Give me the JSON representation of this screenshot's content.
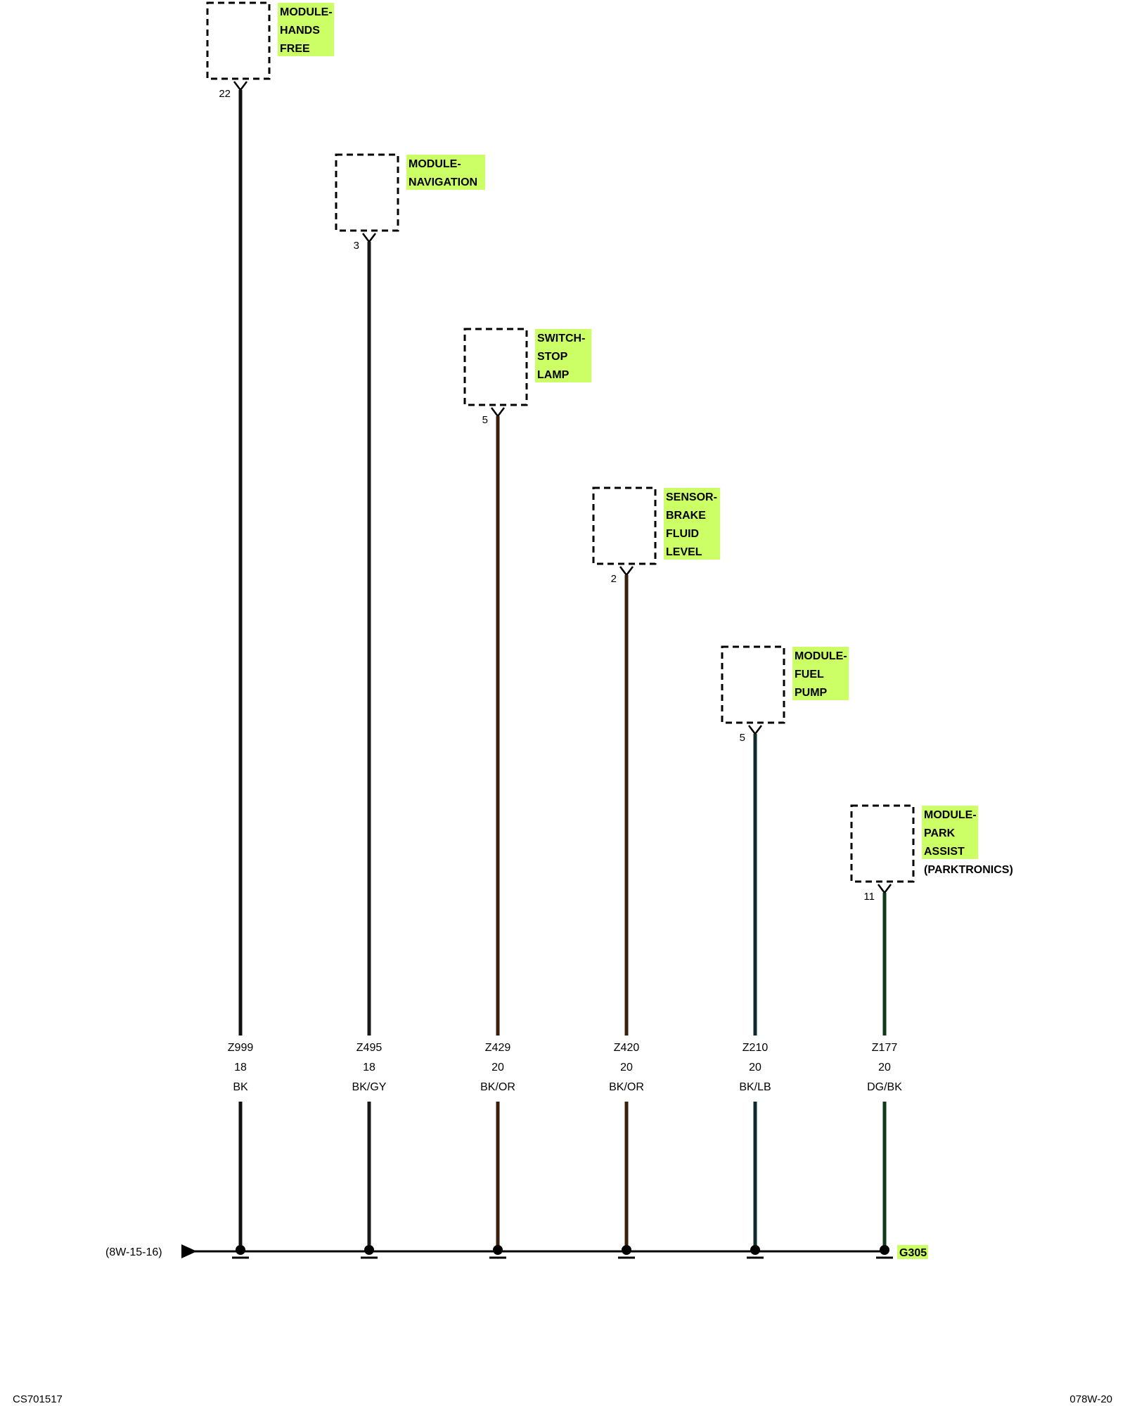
{
  "diagram": {
    "highlight_color": "#ccff66",
    "modules": [
      {
        "lines": [
          "MODULE-",
          "HANDS",
          "FREE"
        ],
        "extra": "",
        "pin": "22",
        "circuit": "Z999",
        "gauge": "18",
        "color_code": "BK",
        "wire_color": "#111111"
      },
      {
        "lines": [
          "MODULE-",
          "NAVIGATION"
        ],
        "extra": "",
        "pin": "3",
        "circuit": "Z495",
        "gauge": "18",
        "color_code": "BK/GY",
        "wire_color": "#1a1a1a"
      },
      {
        "lines": [
          "SWITCH-",
          "STOP",
          "LAMP"
        ],
        "extra": "",
        "pin": "5",
        "circuit": "Z429",
        "gauge": "20",
        "color_code": "BK/OR",
        "wire_color": "#3a1f0a"
      },
      {
        "lines": [
          "SENSOR-",
          "BRAKE",
          "FLUID",
          "LEVEL"
        ],
        "extra": "",
        "pin": "2",
        "circuit": "Z420",
        "gauge": "20",
        "color_code": "BK/OR",
        "wire_color": "#3a1f0a"
      },
      {
        "lines": [
          "MODULE-",
          "FUEL",
          "PUMP"
        ],
        "extra": "",
        "pin": "5",
        "circuit": "Z210",
        "gauge": "20",
        "color_code": "BK/LB",
        "wire_color": "#0f2a2a"
      },
      {
        "lines": [
          "MODULE-",
          "PARK",
          "ASSIST"
        ],
        "extra": "(PARKTRONICS)",
        "pin": "11",
        "circuit": "Z177",
        "gauge": "20",
        "color_code": "DG/BK",
        "wire_color": "#0e3a1a"
      }
    ],
    "bus_reference": "(8W-15-16)",
    "ground_label": "G305"
  },
  "footer": {
    "left_code": "CS701517",
    "right_code": "078W-20"
  }
}
